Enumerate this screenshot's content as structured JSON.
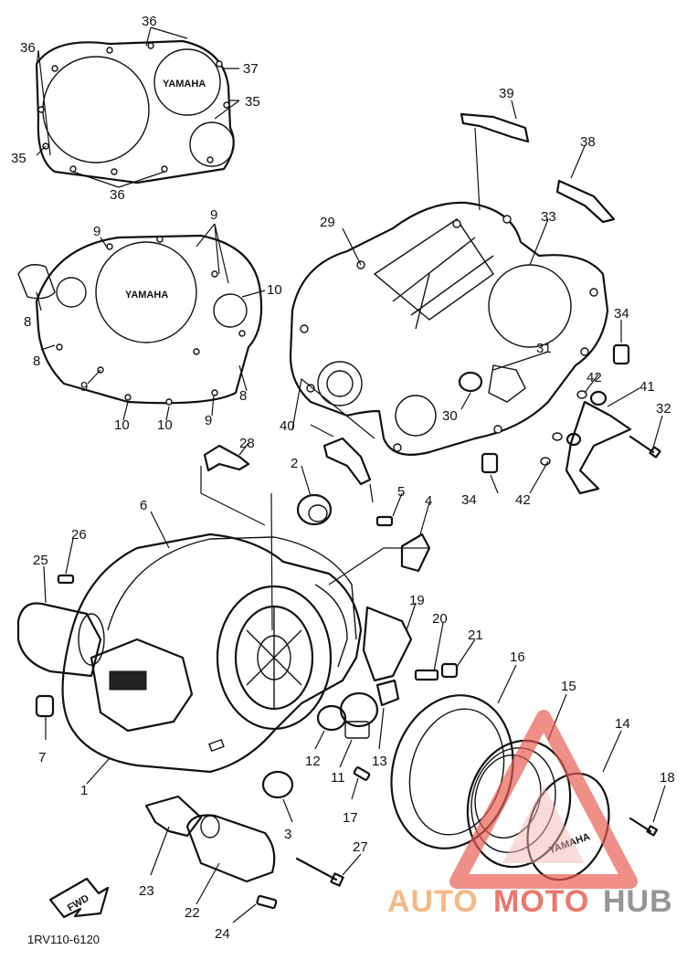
{
  "diagram": {
    "part_code": "1RV110-6120",
    "brand_stamp": "YAMAHA",
    "fwd_label": "FWD",
    "callouts": [
      "1",
      "2",
      "3",
      "4",
      "5",
      "6",
      "7",
      "8",
      "9",
      "10",
      "11",
      "12",
      "13",
      "14",
      "15",
      "16",
      "17",
      "18",
      "19",
      "20",
      "21",
      "22",
      "23",
      "24",
      "25",
      "26",
      "27",
      "28",
      "29",
      "30",
      "31",
      "32",
      "33",
      "34",
      "35",
      "36",
      "37",
      "38",
      "39",
      "40",
      "41",
      "42"
    ]
  },
  "watermark": {
    "part1": "AUTO",
    "part2": "MOTO",
    "part3": "HUB",
    "colors": {
      "auto": "#f3b27a",
      "moto": "#e86a5e",
      "hub": "#8a8a8a",
      "triangle": "#e8594f"
    }
  }
}
